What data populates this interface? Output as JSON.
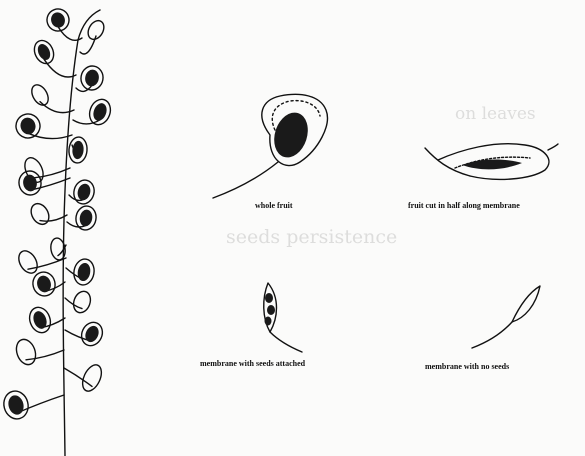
{
  "labels": {
    "whole_fruit": "whole fruit",
    "fruit_cut": "fruit cut in half along membrane",
    "membrane_seeds": "membrane with seeds attached",
    "membrane_no_seeds": "membrane with no seeds"
  },
  "background_text": {
    "line1": "on leaves",
    "line2": "seeds persistence"
  },
  "colors": {
    "ink": "#111111",
    "seed_fill": "#1a1a1a",
    "paper": "#fbfbfa"
  }
}
